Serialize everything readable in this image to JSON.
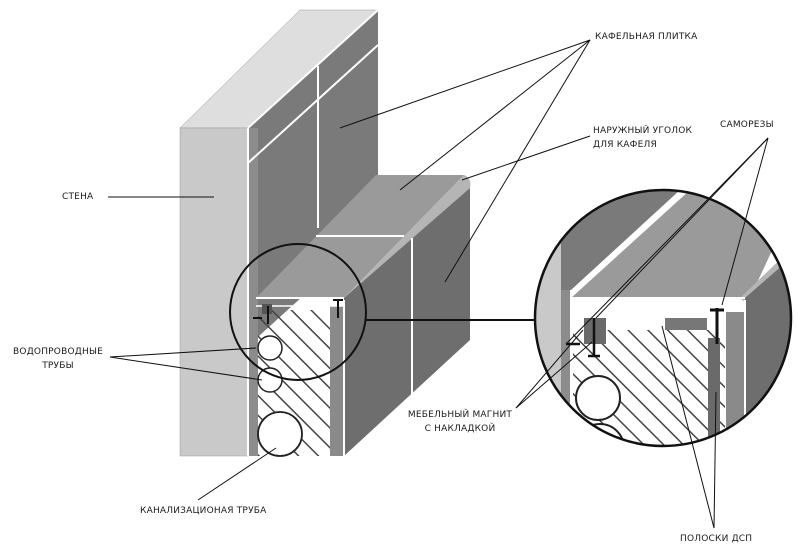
{
  "labels": {
    "tile": "КАФЕЛЬНАЯ ПЛИТКА",
    "corner_line1": "НАРУЖНЫЙ УГОЛОК",
    "corner_line2": "ДЛЯ КАФЕЛЯ",
    "screws": "САМОРЕЗЫ",
    "wall": "СТЕНА",
    "water_line1": "ВОДОПРОВОДНЫЕ",
    "water_line2": "ТРУБЫ",
    "magnet_line1": "МЕБЕЛЬНЫЙ МАГНИТ",
    "magnet_line2": "С НАКЛАДКОЙ",
    "sewer": "КАНАЛИЗАЦИОНАЯ ТРУБА",
    "strips": "ПОЛОСКИ ДСП"
  },
  "colors": {
    "wall_face": "#c9c9c9",
    "wall_top": "#dedede",
    "tile_dark": "#7a7a7a",
    "tile_top": "#9a9a9a",
    "box_side": "#6e6e6e",
    "outline": "#1a1a1a"
  }
}
